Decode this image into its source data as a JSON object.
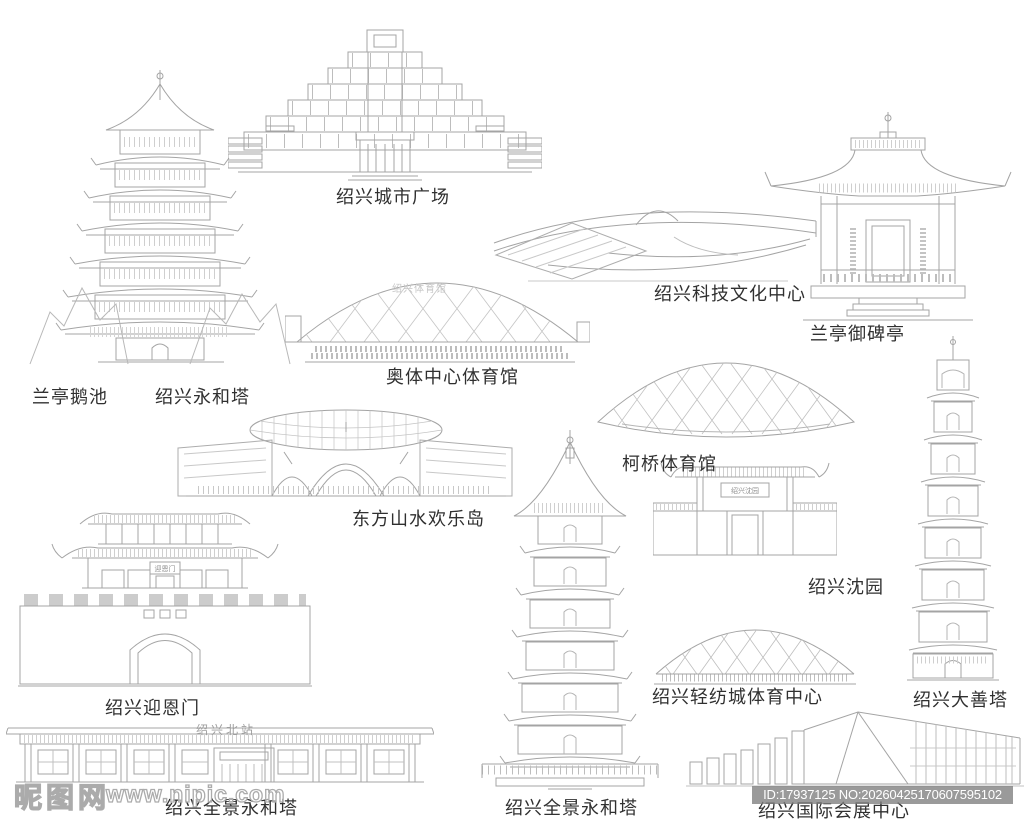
{
  "canvas": {
    "background": "#ffffff",
    "line_color": "#a4a4a4",
    "hatch_color": "#c8c8c8",
    "label_color": "#303030"
  },
  "labels": {
    "city_square": "绍兴城市广场",
    "tech_culture_center": "绍兴科技文化中心",
    "lanting_pavilion": "兰亭御碑亭",
    "goose_pond": "兰亭鹅池",
    "yonghe_tower": "绍兴永和塔",
    "olympic_stadium": "奥体中心体育馆",
    "keqiao_stadium": "柯桥体育馆",
    "oriental_joyland": "东方山水欢乐岛",
    "shenyuan": "绍兴沈园",
    "yingenmen": "绍兴迎恩门",
    "textile_sports_center": "绍兴轻纺城体育中心",
    "dashan_pagoda": "绍兴大善塔",
    "panorama_tower_station": "绍兴全景永和塔",
    "panorama_tower": "绍兴全景永和塔",
    "expo_center": "绍兴国际会展中心"
  },
  "signs": {
    "north_station": "绍兴北站",
    "stadium_dome": "绍兴体育馆",
    "shenyuan_plaque": "绍兴沈园",
    "yingen_plaque": "迎恩门"
  },
  "watermark": {
    "site_name": "昵图网",
    "site_url": "www.nipic.com",
    "id_text": "ID:17937125 NO:20260425170607595102"
  }
}
